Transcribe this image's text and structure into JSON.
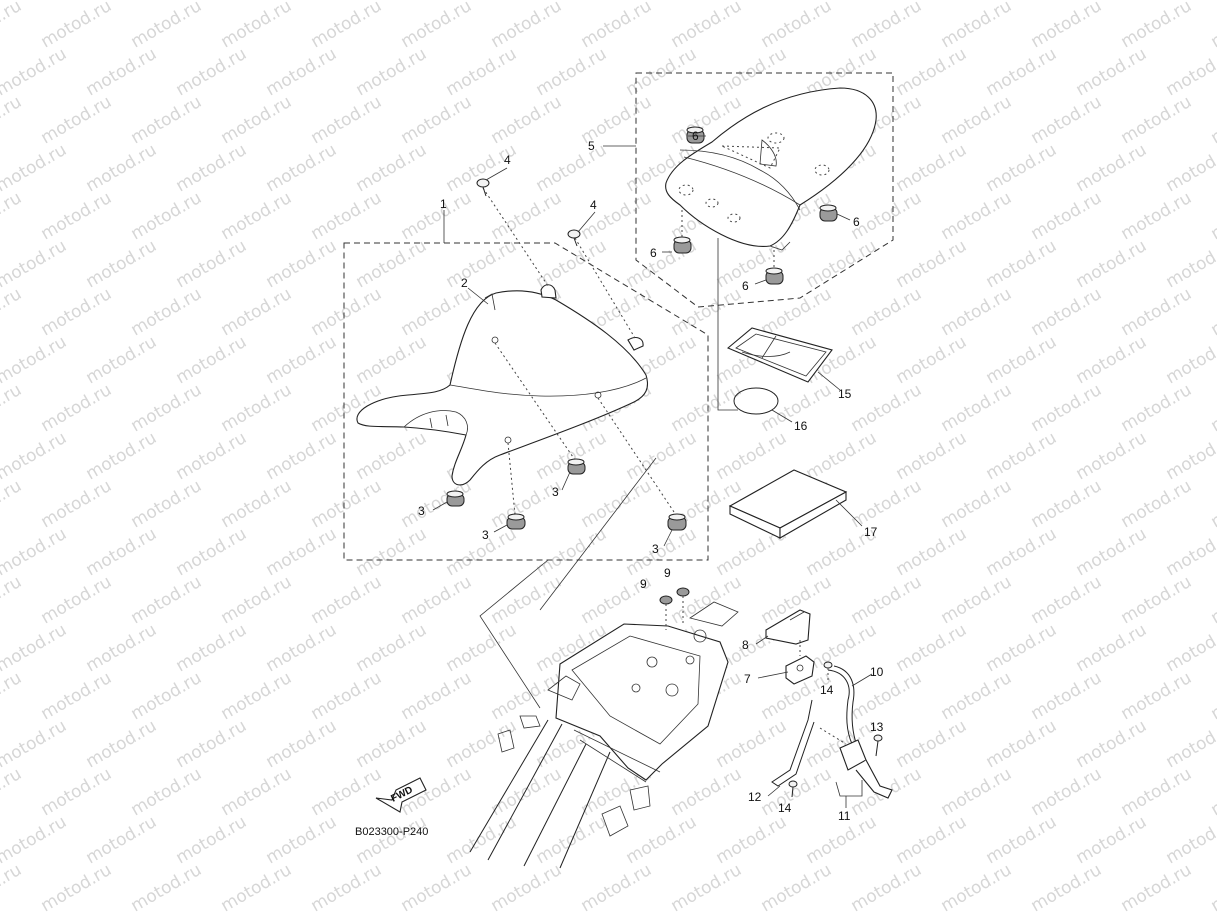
{
  "diagram": {
    "watermark_text": "motod.ru",
    "diagram_code": "B023300-P240",
    "fwd_label": "FWD",
    "callouts": {
      "c1": "1",
      "c2": "2",
      "c3a": "3",
      "c3b": "3",
      "c3c": "3",
      "c3d": "3",
      "c4a": "4",
      "c4b": "4",
      "c5": "5",
      "c6a": "6",
      "c6b": "6",
      "c6c": "6",
      "c6d": "6",
      "c7": "7",
      "c8": "8",
      "c9a": "9",
      "c9b": "9",
      "c10": "10",
      "c11": "11",
      "c12": "12",
      "c13": "13",
      "c14a": "14",
      "c14b": "14",
      "c15": "15",
      "c16": "16",
      "c17": "17"
    }
  }
}
